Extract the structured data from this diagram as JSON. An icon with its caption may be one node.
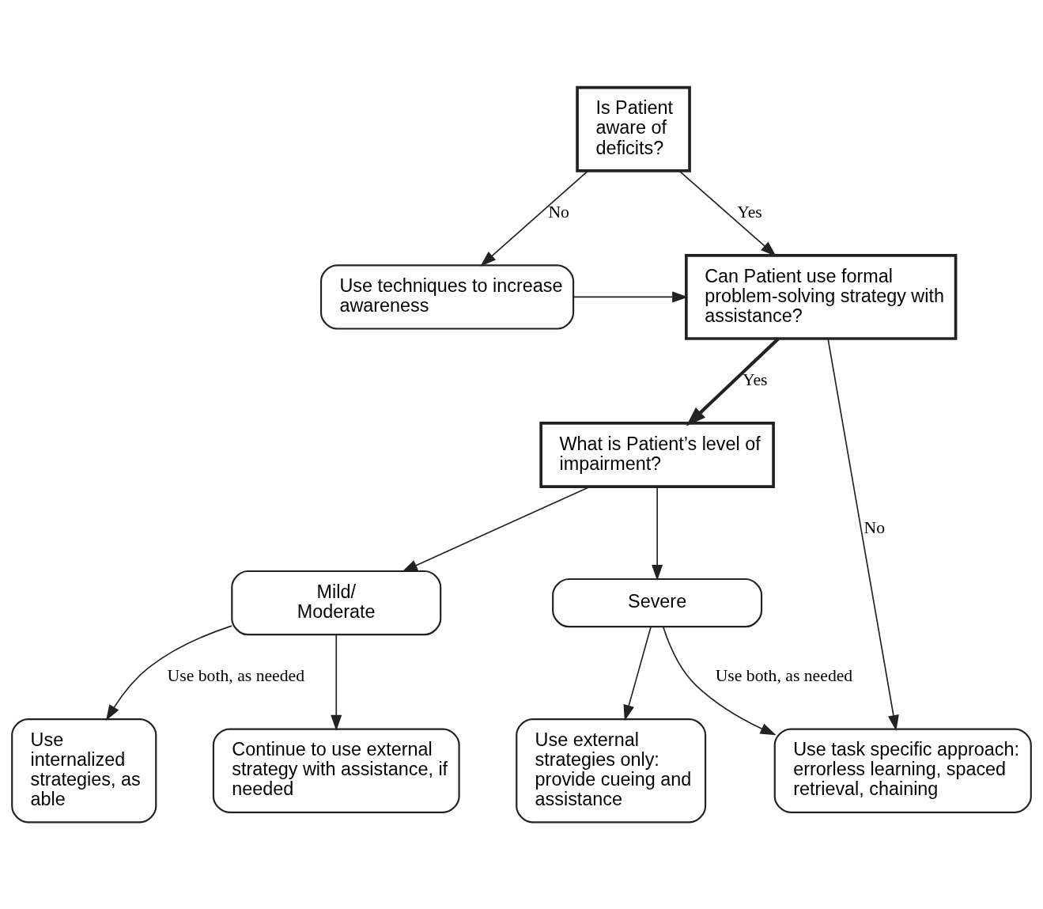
{
  "diagram": {
    "nodes": [
      {
        "text": [
          "Is Patient aware of deficits?"
        ]
      },
      {
        "text": [
          "Can Patient use formal problem-solving strategy with assistance?"
        ]
      },
      {
        "text": [
          "Use techniques to increase awareness"
        ]
      },
      {
        "text": [
          "What is Patient’s level of impairment?"
        ]
      },
      {
        "text": [
          "Use task specific approach: errorless learning, spaced retrieval, chaining"
        ]
      },
      {
        "text": [
          "Mild/ Moderate"
        ]
      },
      {
        "text": [
          "Severe"
        ]
      },
      {
        "text": [
          "Use external strategies only: provide cueing and assistance"
        ]
      },
      {
        "text": [
          "Continue to use external strategy with assistance, if needed"
        ]
      },
      {
        "text": [
          "Use internalized strategies, as able"
        ]
      }
    ],
    "edges": [
      {
        "from": 0,
        "to": 1,
        "arrow": "to",
        "label": "Yes"
      },
      {
        "from": 0,
        "to": 2,
        "arrow": "to",
        "label": "No"
      },
      {
        "from": 2,
        "to": 1,
        "arrow": "to"
      },
      {
        "from": 1,
        "to": 3,
        "arrow": "to",
        "label": "Yes",
        "style": "thick"
      },
      {
        "from": 1,
        "to": 4,
        "arrow": "to",
        "label": "No"
      },
      {
        "from": 3,
        "to": 5,
        "arrow": "to"
      },
      {
        "from": 3,
        "to": 6,
        "arrow": "to"
      },
      {
        "from": 6,
        "to": 4,
        "arrow": "to",
        "label": "Use both, as needed"
      },
      {
        "from": 6,
        "to": 7,
        "arrow": "to"
      },
      {
        "from": 5,
        "to": 9,
        "arrow": "to",
        "label": "Use both, as needed"
      },
      {
        "from": 5,
        "to": 8,
        "arrow": "to"
      }
    ]
  }
}
